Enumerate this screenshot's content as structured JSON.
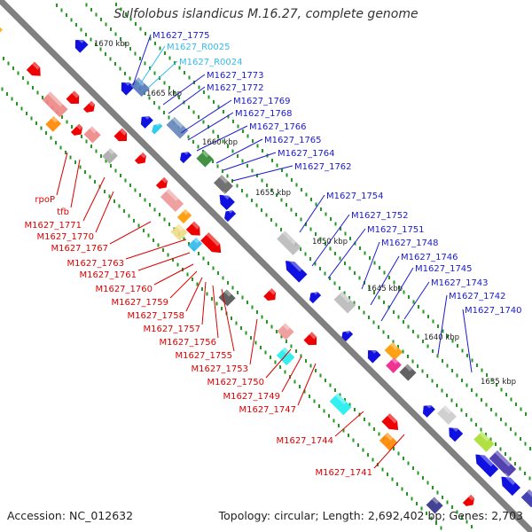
{
  "title": "Sulfolobus islandicus M.16.27, complete genome",
  "footer": {
    "accession": "Accession: NC_012632",
    "summary": "Topology: circular; Length: 2,692,402 bp; Genes: 2,703"
  },
  "colors": {
    "backbone": "#808080",
    "forward_gene": "#ee0000",
    "reverse_gene": "#1010e0",
    "forward_label": "#dd0000",
    "reverse_label": "#1a1ad0",
    "rna_label": "#33bbee",
    "ticks": "#229922"
  },
  "scale_labels": [
    "1670 kbp",
    "1665 kbp",
    "1660 kbp",
    "1655 kbp",
    "1650 kbp",
    "1645 kbp",
    "1640 kbp",
    "1635 kbp"
  ],
  "reverse_labels": [
    {
      "text": "M1627_1775",
      "type": "cds"
    },
    {
      "text": "M1627_R0025",
      "type": "rna"
    },
    {
      "text": "M1627_R0024",
      "type": "rna"
    },
    {
      "text": "M1627_1773",
      "type": "cds"
    },
    {
      "text": "M1627_1772",
      "type": "cds"
    },
    {
      "text": "M1627_1769",
      "type": "cds"
    },
    {
      "text": "M1627_1768",
      "type": "cds"
    },
    {
      "text": "M1627_1766",
      "type": "cds"
    },
    {
      "text": "M1627_1765",
      "type": "cds"
    },
    {
      "text": "M1627_1764",
      "type": "cds"
    },
    {
      "text": "M1627_1762",
      "type": "cds"
    },
    {
      "text": "M1627_1754",
      "type": "cds"
    },
    {
      "text": "M1627_1752",
      "type": "cds"
    },
    {
      "text": "M1627_1751",
      "type": "cds"
    },
    {
      "text": "M1627_1748",
      "type": "cds"
    },
    {
      "text": "M1627_1746",
      "type": "cds"
    },
    {
      "text": "M1627_1745",
      "type": "cds"
    },
    {
      "text": "M1627_1743",
      "type": "cds"
    },
    {
      "text": "M1627_1742",
      "type": "cds"
    },
    {
      "text": "M1627_1740",
      "type": "cds"
    }
  ],
  "forward_labels": [
    {
      "text": "rpoP"
    },
    {
      "text": "tfb"
    },
    {
      "text": "M1627_1771"
    },
    {
      "text": "M1627_1770"
    },
    {
      "text": "M1627_1767"
    },
    {
      "text": "M1627_1763"
    },
    {
      "text": "M1627_1761"
    },
    {
      "text": "M1627_1760"
    },
    {
      "text": "M1627_1759"
    },
    {
      "text": "M1627_1758"
    },
    {
      "text": "M1627_1757"
    },
    {
      "text": "M1627_1756"
    },
    {
      "text": "M1627_1755"
    },
    {
      "text": "M1627_1753"
    },
    {
      "text": "M1627_1750"
    },
    {
      "text": "M1627_1749"
    },
    {
      "text": "M1627_1747"
    },
    {
      "text": "M1627_1744"
    },
    {
      "text": "M1627_1741"
    }
  ]
}
